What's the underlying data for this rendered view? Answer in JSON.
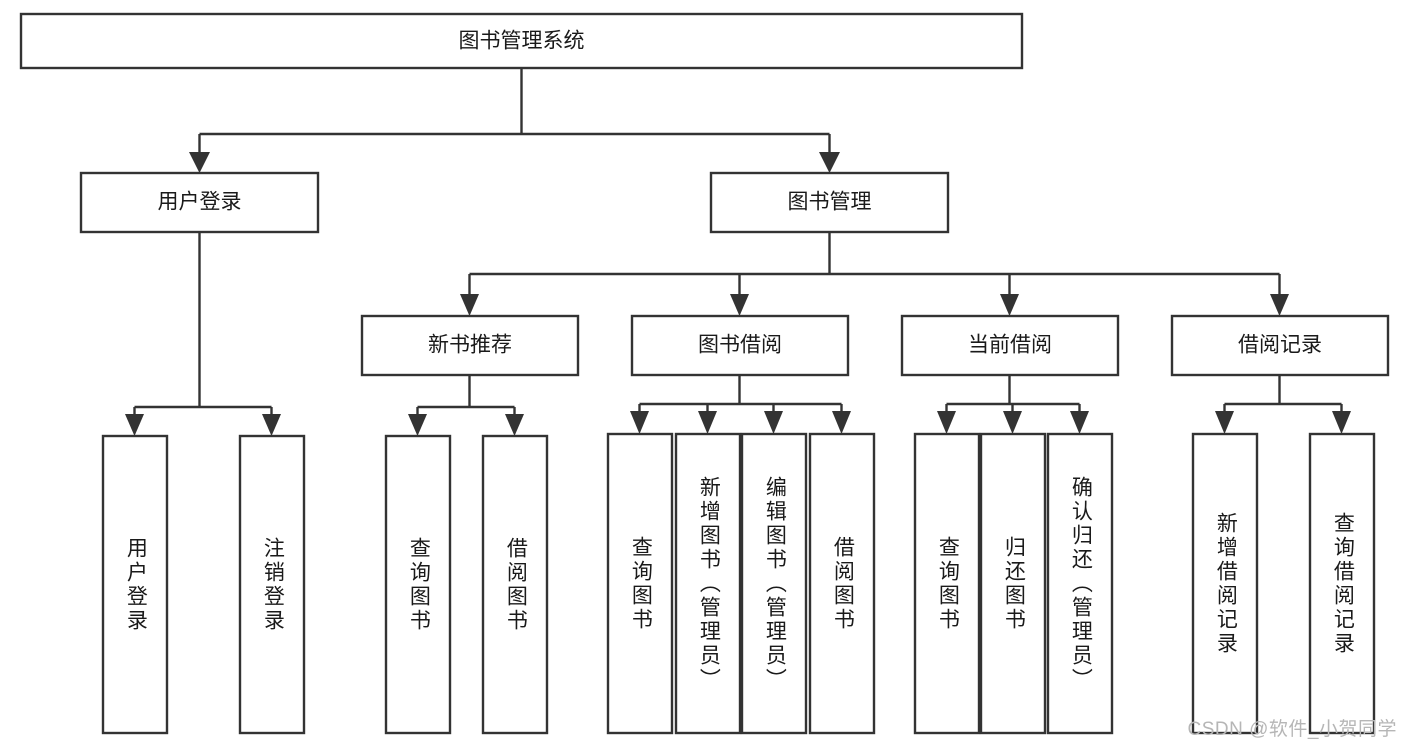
{
  "diagram": {
    "title": "图书管理系统",
    "type": "tree-hierarchy",
    "watermark": "CSDN @软件_小贺同学",
    "root": {
      "id": "root",
      "label": "图书管理系统"
    },
    "level2": [
      {
        "id": "user-login",
        "label": "用户登录"
      },
      {
        "id": "book-manage",
        "label": "图书管理"
      }
    ],
    "level3": [
      {
        "id": "new-book-recommend",
        "label": "新书推荐",
        "parent": "book-manage"
      },
      {
        "id": "book-borrow",
        "label": "图书借阅",
        "parent": "book-manage"
      },
      {
        "id": "current-borrow",
        "label": "当前借阅",
        "parent": "book-manage"
      },
      {
        "id": "borrow-record",
        "label": "借阅记录",
        "parent": "book-manage"
      }
    ],
    "leaves": [
      {
        "id": "leaf-user-login",
        "label": "用户登录",
        "parent": "user-login"
      },
      {
        "id": "leaf-user-logout",
        "label": "注销登录",
        "parent": "user-login"
      },
      {
        "id": "leaf-query-book-1",
        "label": "查询图书",
        "parent": "new-book-recommend"
      },
      {
        "id": "leaf-borrow-book-1",
        "label": "借阅图书",
        "parent": "new-book-recommend"
      },
      {
        "id": "leaf-query-book-2",
        "label": "查询图书",
        "parent": "book-borrow"
      },
      {
        "id": "leaf-add-book",
        "label": "新增图书（管理员）",
        "parent": "book-borrow"
      },
      {
        "id": "leaf-edit-book",
        "label": "编辑图书（管理员）",
        "parent": "book-borrow"
      },
      {
        "id": "leaf-borrow-book-2",
        "label": "借阅图书",
        "parent": "book-borrow"
      },
      {
        "id": "leaf-query-book-3",
        "label": "查询图书",
        "parent": "current-borrow"
      },
      {
        "id": "leaf-return-book",
        "label": "归还图书",
        "parent": "current-borrow"
      },
      {
        "id": "leaf-confirm-return",
        "label": "确认归还（管理员）",
        "parent": "current-borrow"
      },
      {
        "id": "leaf-add-record",
        "label": "新增借阅记录",
        "parent": "borrow-record"
      },
      {
        "id": "leaf-query-record",
        "label": "查询借阅记录",
        "parent": "borrow-record"
      }
    ],
    "colors": {
      "stroke": "#333333",
      "fill": "#ffffff",
      "text": "#1a1a1a",
      "watermark": "#b6b6b6"
    }
  }
}
